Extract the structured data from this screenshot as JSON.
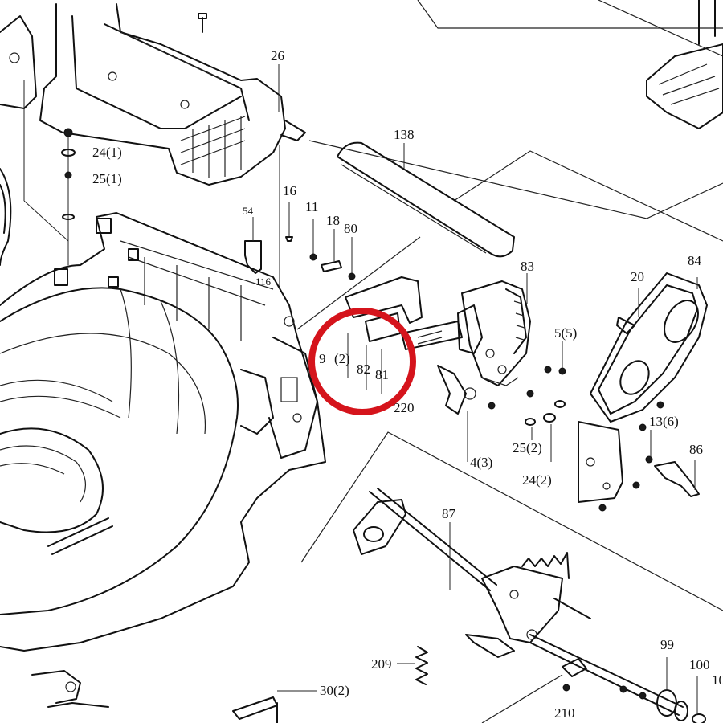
{
  "labels": {
    "l26": "26",
    "l138": "138",
    "l24_1": "24(1)",
    "l25_1": "25(1)",
    "l16": "16",
    "l11": "11",
    "l18": "18",
    "l80": "80",
    "l54": "54",
    "l116": "116",
    "l83": "83",
    "l84": "84",
    "l20": "20",
    "l5_5": "5(5)",
    "l9": "9",
    "l2": "(2)",
    "l82": "82",
    "l81": "81",
    "l220": "220",
    "l4_3": "4(3)",
    "l25_2": "25(2)",
    "l24_2": "24(2)",
    "l13_6": "13(6)",
    "l86": "86",
    "l87": "87",
    "l209": "209",
    "l30_2": "30(2)",
    "l210": "210",
    "l99": "99",
    "l100": "100",
    "l10x": "10"
  },
  "colors": {
    "highlight": "#d5141c",
    "ink": "#111111"
  }
}
